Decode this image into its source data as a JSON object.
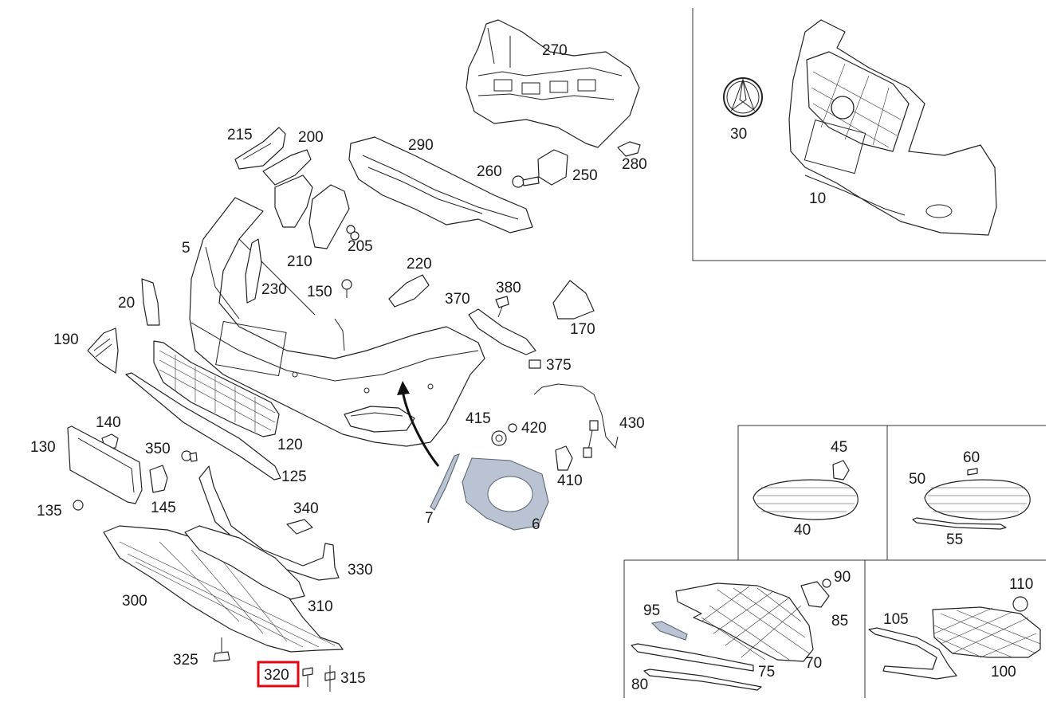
{
  "diagram": {
    "highlight_color": "#e30613",
    "selected_callout": "320",
    "callouts": [
      "270",
      "215",
      "200",
      "290",
      "260",
      "250",
      "280",
      "5",
      "205",
      "210",
      "220",
      "230",
      "150",
      "380",
      "20",
      "370",
      "170",
      "190",
      "375",
      "120",
      "415",
      "420",
      "430",
      "140",
      "130",
      "350",
      "410",
      "125",
      "145",
      "135",
      "340",
      "7",
      "6",
      "330",
      "300",
      "310",
      "325",
      "320",
      "315",
      "30",
      "10",
      "45",
      "60",
      "40",
      "50",
      "55",
      "90",
      "110",
      "95",
      "85",
      "105",
      "70",
      "75",
      "100",
      "80"
    ]
  }
}
